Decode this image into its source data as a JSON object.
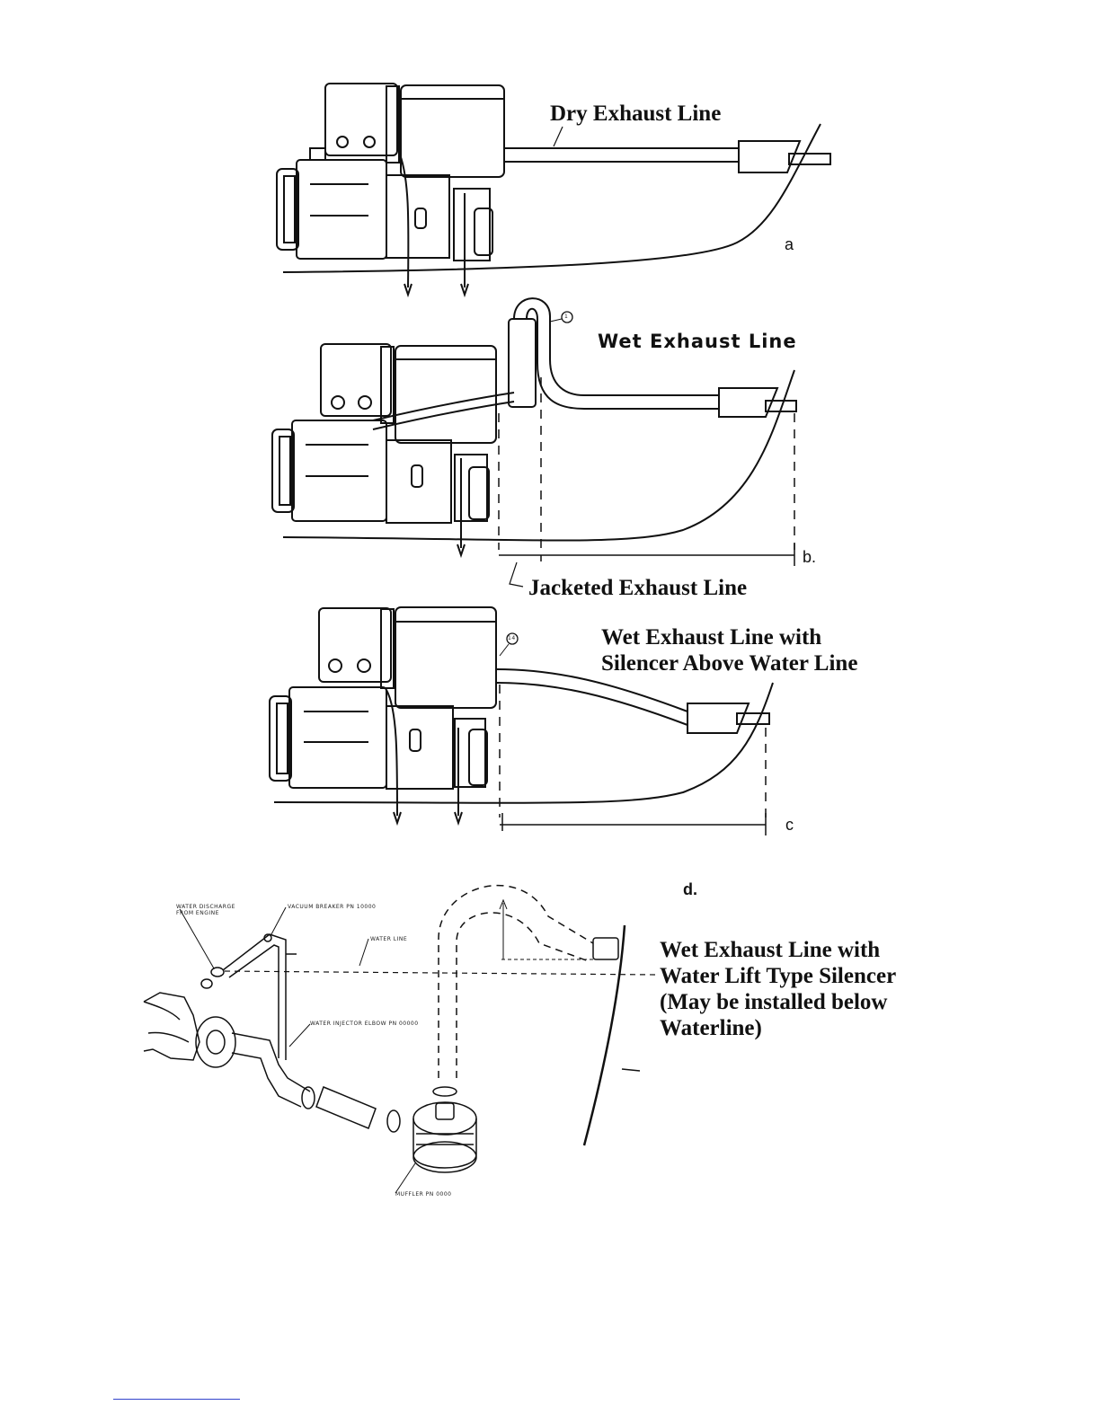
{
  "figures": {
    "a": {
      "letter": "a",
      "label": "Dry Exhaust Line"
    },
    "b": {
      "letter": "b.",
      "label": "Wet Exhaust Line",
      "callout": "Jacketed Exhaust Line",
      "part_number": "1"
    },
    "c": {
      "letter": "c",
      "label_lines": [
        "Wet Exhaust Line with",
        "Silencer Above Water Line"
      ],
      "part_number": "14"
    },
    "d": {
      "letter": "d.",
      "label_lines": [
        "Wet Exhaust Line with",
        "Water Lift Type Silencer",
        "(May be installed below",
        "Waterline)"
      ],
      "small_labels": [
        "WATER DISCHARGE FROM ENGINE",
        "VACUUM BREAKER PN 10000",
        "WATER LINE",
        "WATER INJECTOR ELBOW PN 00000",
        "MUFFLER PN 0000"
      ]
    }
  },
  "colors": {
    "ink": "#111111",
    "footer_rule": "#3344cc"
  }
}
